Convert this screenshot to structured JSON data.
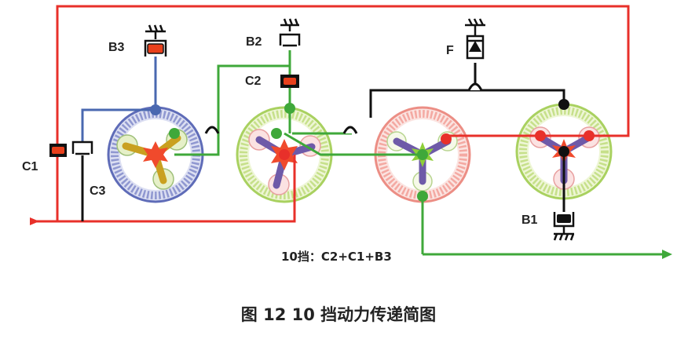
{
  "labels": {
    "b3": "B3",
    "b2": "B2",
    "c2": "C2",
    "c1": "C1",
    "c3": "C3",
    "f": "F",
    "b1": "B1",
    "gear_note": "10挡：C2+C1+B3"
  },
  "caption": "图 12  10 挡动力传递简图",
  "colors": {
    "power_red": "#e8302a",
    "output_green": "#3fa83a",
    "control_black": "#111111",
    "blue_member": "#4a68b0",
    "ring_blue": "#8f97d0",
    "ring_green": "#cfe59a",
    "ring_red": "#f4a9a2",
    "sun_red": "#f04a2c",
    "carrier_purple": "#6e5aa8",
    "clutch_red": "#e8401c"
  }
}
